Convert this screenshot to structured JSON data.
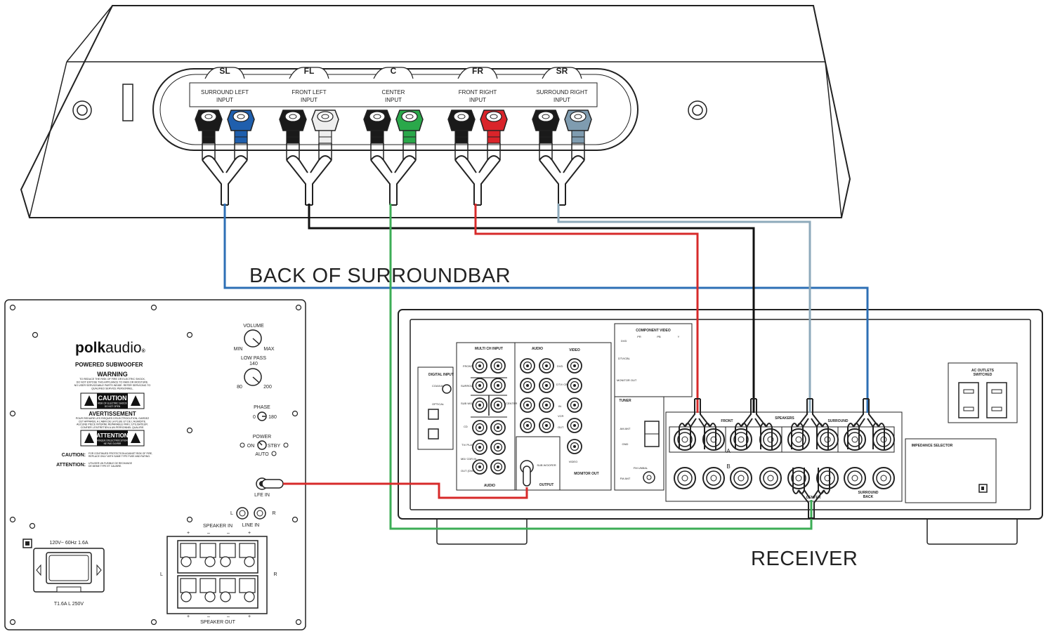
{
  "colors": {
    "blue": "#1f5fad",
    "white": "#eeeeee",
    "green": "#2aa84a",
    "red": "#d9242a",
    "gray": "#7f9cb0",
    "black": "#111111",
    "wire_blue": "#2d6fb5",
    "wire_black": "#111111",
    "wire_red": "#d72a2a",
    "wire_green": "#3cad56",
    "wire_gray": "#8eaabb"
  },
  "surroundbar": {
    "caption": "BACK OF SURROUNDBAR",
    "channels": [
      {
        "code": "SL",
        "line1": "SURROUND LEFT",
        "line2": "INPUT",
        "color_key": "blue"
      },
      {
        "code": "FL",
        "line1": "FRONT LEFT",
        "line2": "INPUT",
        "color_key": "white"
      },
      {
        "code": "C",
        "line1": "CENTER",
        "line2": "INPUT",
        "color_key": "green"
      },
      {
        "code": "FR",
        "line1": "FRONT RIGHT",
        "line2": "INPUT",
        "color_key": "red"
      },
      {
        "code": "SR",
        "line1": "SURROUND RIGHT",
        "line2": "INPUT",
        "color_key": "gray"
      }
    ]
  },
  "subwoofer": {
    "brand_bold": "polk",
    "brand_light": "audio",
    "brand_mark": "®",
    "model": "POWERED SUBWOOFER",
    "warning_title": "WARNING",
    "warning_text": [
      "TO REDUCE THE RISK OF FIRE OR ELECTRIC SHOCK,",
      "DO NOT EXPOSE THIS APPLIANCE TO RAIN OR MOISTURE.",
      "NO USER SERVICEABLE PARTS INSIDE. REFER SERVICING TO",
      "QUALIFIED SERVICE PERSONNEL."
    ],
    "caution_title": "CAUTION",
    "caution_sub": [
      "RISK OF ELECTRIC SHOCK",
      "DO NOT OPEN"
    ],
    "avert_title": "AVERTISSEMENT",
    "avert_text": [
      "POUR REDUIRE LES RISQUES D'ELECTROCUTION, GARDEZ",
      "CET APPAREIL A L'ABRI DE LA PLUIE ET DE L'HUMIDITE.",
      "AUCUNE PIECE INTERNE REPARABLE PAR L'UTILISATEUR.",
      "CONFIER L'ENTRETIEN A UN PERSONNEL QUALIFIE."
    ],
    "attention_title": "ATTENTION",
    "attention_sub": [
      "RISQUE D'ELECTROCUTION",
      "NE PAS OUVRIR"
    ],
    "caution_label": "CAUTION:",
    "caution_note": [
      "FOR CONTINUED PROTECTION AGAINST RISK OF FIRE,",
      "REPLACE ONLY WITH SAME TYPE FUSE AND RATING."
    ],
    "attention_label": "ATTENTION:",
    "attention_note": [
      "UTILISER UN FUSIBLE DE RECHANGE",
      "DE MEME TYPE ET CALIBRE."
    ],
    "volume": "VOLUME",
    "vol_min": "MIN",
    "vol_max": "MAX",
    "low_pass": "LOW PASS",
    "lp_140": "140",
    "lp_80": "80",
    "lp_200": "200",
    "phase": "PHASE",
    "phase_0": "0",
    "phase_180": "180",
    "power": "POWER",
    "power_on": "ON",
    "power_stby": "STBY",
    "power_auto": "AUTO",
    "lfe_in": "LFE IN",
    "line_l": "L",
    "line_r": "R",
    "line_in": "LINE IN",
    "speaker_in": "SPEAKER IN",
    "speaker_out": "SPEAKER OUT",
    "term_plus": "+",
    "term_minus": "–",
    "side_l": "L",
    "side_r": "R",
    "rating": "120V~ 60Hz 1.6A",
    "fuse": "T1.6A L 250V"
  },
  "receiver": {
    "caption": "RECEIVER",
    "component_video": "COMPONENT VIDEO",
    "pr": "PR",
    "pb": "PB",
    "y": "Y",
    "dvd": "DVD",
    "dtv_cbl": "DTV/CBL",
    "monitor_out_small": "MONITOR OUT",
    "multi_ch_input": "MULTI CH INPUT",
    "audio": "AUDIO",
    "video": "VIDEO",
    "digital_input": "DIGITAL INPUT",
    "coaxial": "COAXIAL",
    "optical": "OPTICAL",
    "front": "FRONT",
    "surround": "SURROUND",
    "sub_woofer": "SUB WOOFER",
    "center": "CENTER",
    "cd": "CD",
    "tv_player": "TV/ PLAYER",
    "md_cdr_in": "MD/ CDR IN",
    "out_dvd": "OUT (DVD)",
    "dvd_lbl": "DVD",
    "dtv_cbl2": "DTV/ CBL",
    "in_lbl": "IN",
    "vcr": "VCR",
    "out_lbl": "OUT",
    "sub_woofer_out": "SUB WOOFER",
    "output": "OUTPUT",
    "monitor_out": "MONITOR OUT",
    "tuner": "TUNER",
    "am_ant": "AM ANT",
    "gnd": "GND",
    "fm_ant": "FM ANT",
    "fm_unbal": "FM UNBAL",
    "speakers": "SPEAKERS",
    "front_spk": "FRONT",
    "surround_spk": "SURROUND",
    "front_a": "A",
    "front_b": "B",
    "center_spk": "CENTER",
    "surround_back": [
      "SURROUND",
      "BACK"
    ],
    "ac_outlets": [
      "AC OUTLETS",
      "SWITCHED"
    ],
    "impedance": "IMPEDANCE SELECTOR"
  }
}
